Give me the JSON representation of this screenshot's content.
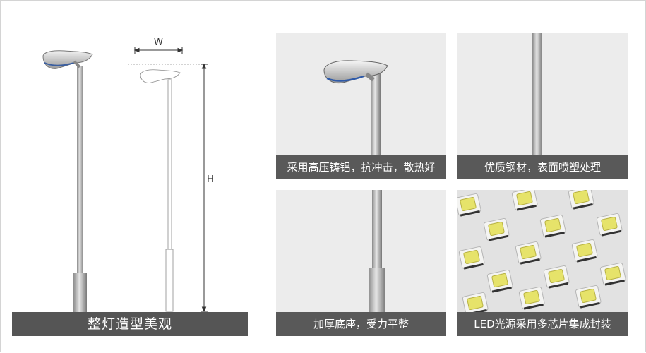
{
  "main": {
    "caption": "整灯造型美观",
    "width_label": "W",
    "height_label": "H"
  },
  "panels": [
    {
      "caption": "采用高压铸铝，抗冲击，散热好"
    },
    {
      "caption": "优质钢材，表面喷塑处理"
    },
    {
      "caption": "加厚底座，受力平整"
    },
    {
      "caption": "LED光源采用多芯片集成封装"
    }
  ]
}
